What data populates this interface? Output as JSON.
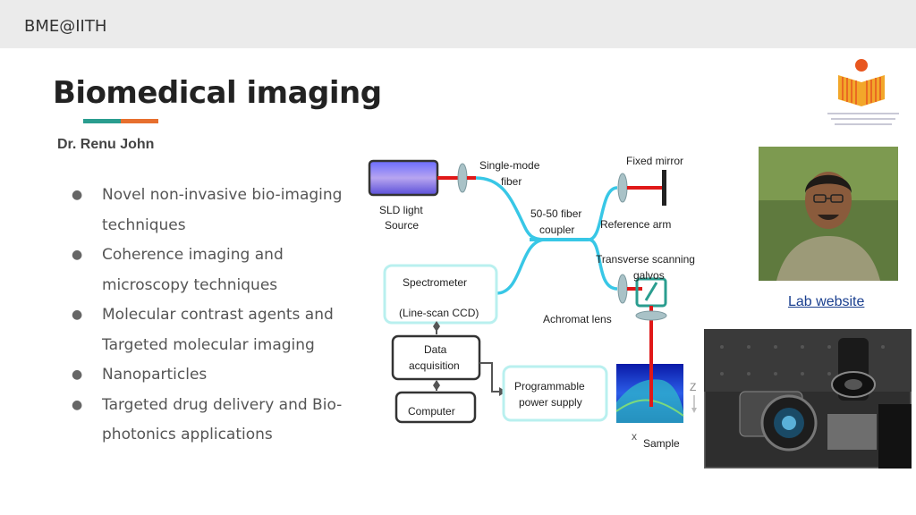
{
  "header": {
    "brand": "BME@IITH"
  },
  "slide": {
    "title": "Biomedical imaging",
    "author": "Dr. Renu John",
    "bullets": [
      "Novel non-invasive bio-imaging",
      "techniques",
      "Coherence imaging and",
      "microscopy techniques",
      "Molecular contrast agents and",
      "Targeted molecular imaging",
      "Nanoparticles",
      "Targeted drug delivery and Bio-",
      "photonics applications"
    ],
    "bullet_markers": [
      true,
      false,
      true,
      false,
      true,
      false,
      true,
      true,
      false
    ]
  },
  "diagram": {
    "labels": {
      "sld_1": "SLD light",
      "sld_2": "Source",
      "smf_1": "Single-mode",
      "smf_2": "fiber",
      "fixed_mirror": "Fixed mirror",
      "coupler_1": "50-50 fiber",
      "coupler_2": "coupler",
      "reference_arm": "Reference arm",
      "galvos_1": "Transverse scanning",
      "galvos_2": "galvos",
      "spectrometer_1": "Spectrometer",
      "spectrometer_2": "(Line-scan CCD)",
      "achromat": "Achromat lens",
      "daq_1": "Data",
      "daq_2": "acquisition",
      "computer": "Computer",
      "pps_1": "Programmable",
      "pps_2": "power supply",
      "axis_z": "Z",
      "axis_x": "x",
      "sample": "Sample"
    }
  },
  "links": {
    "lab_website": "Lab website"
  },
  "colors": {
    "teal": "#2a9d8f",
    "orange": "#e76f2e",
    "fiber": "#38c7e6",
    "laser": "#e01818",
    "link": "#1a3f8f"
  }
}
